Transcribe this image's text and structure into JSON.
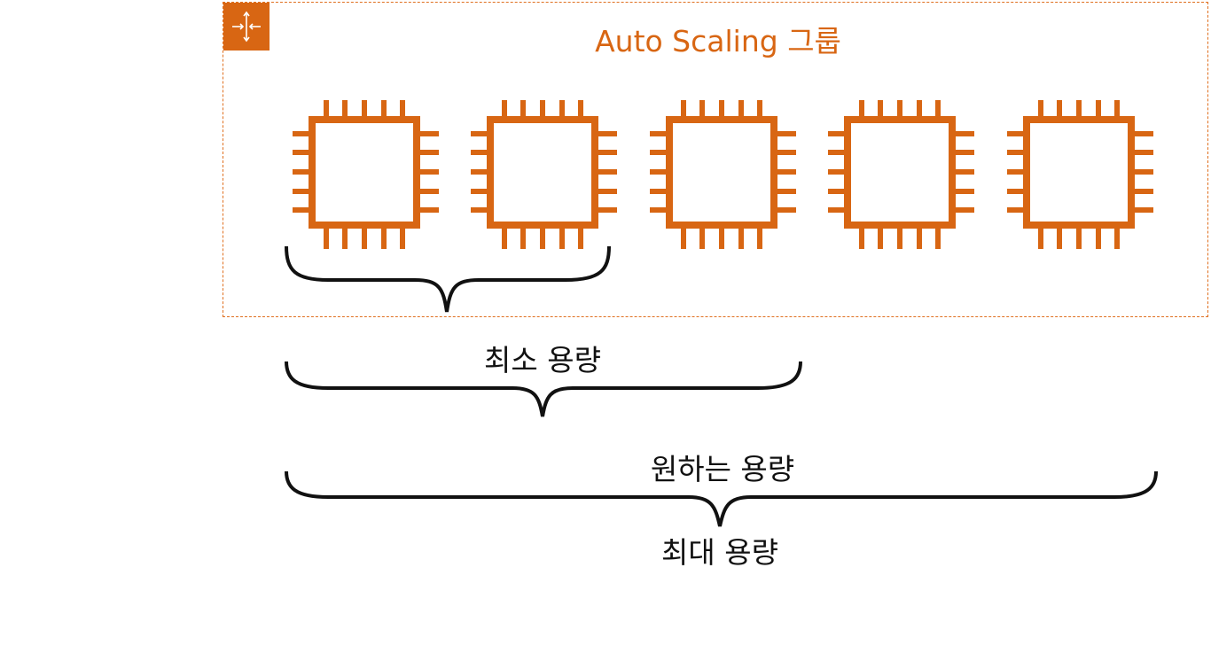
{
  "diagram": {
    "group_title": "Auto Scaling 그룹",
    "instances": [
      {
        "icon": "ec2-instance-icon"
      },
      {
        "icon": "ec2-instance-icon"
      },
      {
        "icon": "ec2-instance-icon"
      },
      {
        "icon": "ec2-instance-icon"
      },
      {
        "icon": "ec2-instance-icon"
      }
    ],
    "labels": {
      "min_capacity": "최소 용량",
      "desired_capacity": "원하는 용량",
      "max_capacity": "최대 용량"
    },
    "colors": {
      "accent": "#D86613",
      "text": "#111111"
    }
  }
}
